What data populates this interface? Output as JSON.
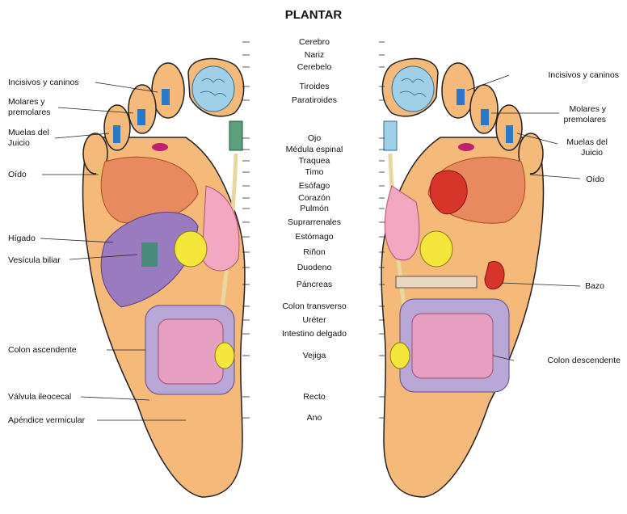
{
  "title": "PLANTAR",
  "center_labels": [
    "Cerebro",
    "Nariz",
    "Cerebelo",
    "Tiroides",
    "Paratiroides",
    "Ojo",
    "Médula espinal",
    "Traquea",
    "Timo",
    "Esófago",
    "Corazón",
    "Pulmón",
    "Suprarrenales",
    "Estómago",
    "Riñon",
    "Duodeno",
    "Páncreas",
    "Colon transverso",
    "Uréter",
    "Intestino delgado",
    "Vejiga",
    "Recto",
    "Ano"
  ],
  "left_labels": {
    "incisivos": "Incisivos y caninos",
    "molares_1": "Molares y",
    "molares_2": "premolares",
    "muelas_1": "Muelas del",
    "muelas_2": "Juicio",
    "oido": "Oído",
    "higado": "Hígado",
    "vesicula": "Vesícula biliar",
    "colon_asc": "Colon ascendente",
    "valvula": "Válvula ileocecal",
    "apendice": "Apéndice vermicular"
  },
  "right_labels": {
    "incisivos": "Incisivos y caninos",
    "molares_1": "Molares y",
    "molares_2": "premolares",
    "muelas_1": "Muelas del",
    "muelas_2": "Juicio",
    "oido": "Oído",
    "bazo": "Bazo",
    "colon_desc": "Colon descendente"
  },
  "colors": {
    "skin": "#f5b97a",
    "brain": "#9fd0e8",
    "thyroid": "#5aa07a",
    "lung": "#e88a60",
    "liver": "#9b7bc0",
    "stomach": "#f2a8c0",
    "kidney": "#f5e63c",
    "intestine": "#e8a0c0",
    "colon": "#b8a8d8",
    "heart": "#d8352a",
    "teeth": "#2a78c8"
  }
}
